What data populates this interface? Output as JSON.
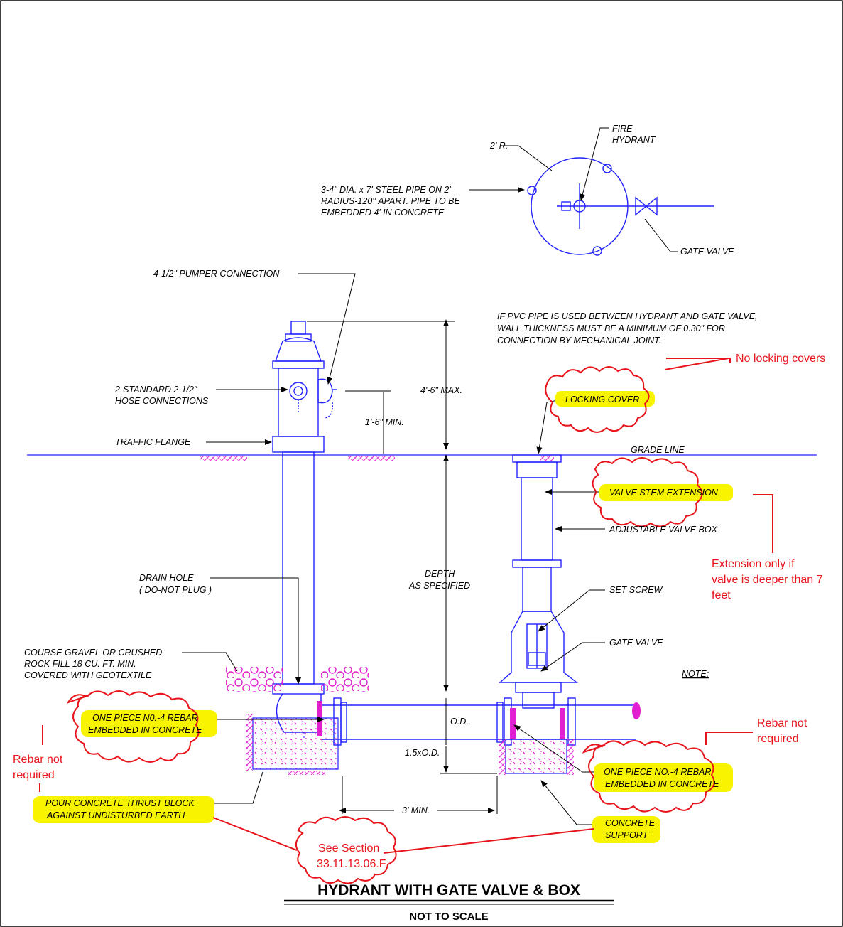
{
  "title": "HYDRANT WITH GATE VALVE & BOX",
  "subtitle": "NOT TO SCALE",
  "plan": {
    "radius": "2' R.",
    "fire_hydrant_1": "FIRE",
    "fire_hydrant_2": "HYDRANT",
    "pipe_note_1": "3-4\" DIA. x 7' STEEL PIPE ON 2'",
    "pipe_note_2": "RADIUS-120° APART. PIPE TO BE",
    "pipe_note_3": "EMBEDDED 4' IN CONCRETE",
    "gate_valve": "GATE VALVE"
  },
  "labels": {
    "pumper": "4-1/2\" PUMPER CONNECTION",
    "pvc_1": "IF PVC PIPE IS USED BETWEEN HYDRANT AND GATE VALVE,",
    "pvc_2": "WALL THICKNESS MUST BE A MINIMUM OF 0.30\" FOR",
    "pvc_3": "CONNECTION BY MECHANICAL JOINT.",
    "hose_1": "2-STANDARD 2-1/2\"",
    "hose_2": "HOSE CONNECTIONS",
    "max": "4'-6\" MAX.",
    "min": "1'-6\" MIN.",
    "traffic_flange": "TRAFFIC FLANGE",
    "grade_line": "GRADE LINE",
    "locking_cover": "LOCKING COVER",
    "stem_ext": "VALVE STEM EXTENSION",
    "valve_box": "ADJUSTABLE VALVE BOX",
    "drain_1": "DRAIN HOLE",
    "drain_2": "( DO-NOT PLUG )",
    "depth_1": "DEPTH",
    "depth_2": "AS SPECIFIED",
    "set_screw": "SET SCREW",
    "gate_valve": "GATE VALVE",
    "gravel_1": "COURSE GRAVEL OR CRUSHED",
    "gravel_2": "ROCK FILL 18 CU. FT. MIN.",
    "gravel_3": "COVERED WITH GEOTEXTILE",
    "note": "NOTE:",
    "rebar_l1": "ONE PIECE N0.-4 REBAR",
    "rebar_l2": "EMBEDDED IN CONCRETE",
    "od": "O.D.",
    "od15": "1.5xO.D.",
    "rebar_r1": "ONE PIECE NO.-4 REBAR",
    "rebar_r2": "EMBEDDED IN CONCRETE",
    "thrust_1": "POUR CONCRETE THRUST BLOCK",
    "thrust_2": "AGAINST UNDISTURBED EARTH",
    "min3": "3' MIN.",
    "support_1": "CONCRETE",
    "support_2": "SUPPORT"
  },
  "markup": {
    "no_locking": "No locking covers",
    "ext_1": "Extension only if",
    "ext_2": "valve is deeper than 7",
    "ext_3": "feet",
    "rebar_right_1": "Rebar not",
    "rebar_right_2": "required",
    "rebar_left_1": "Rebar not",
    "rebar_left_2": "required",
    "see_1": "See Section",
    "see_2": "33.11.13.06.F"
  },
  "colors": {
    "drawing": "#2222ff",
    "markup": "#e8141b",
    "highlight": "#f8f400",
    "concrete": "#e020d0"
  }
}
